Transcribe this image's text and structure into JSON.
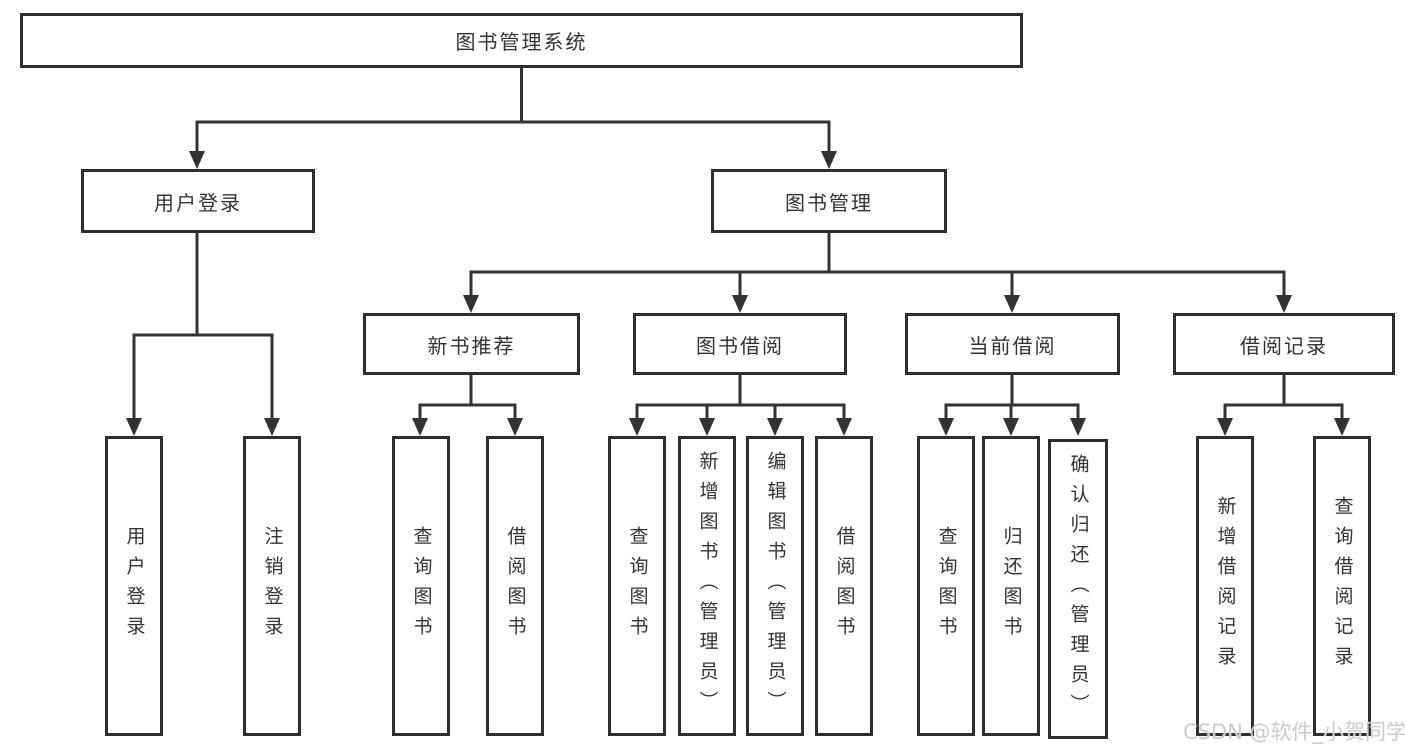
{
  "diagram": {
    "root": {
      "label": "图书管理系统"
    },
    "branches": [
      {
        "label": "用户登录",
        "children": [
          {
            "label": "用户登录"
          },
          {
            "label": "注销登录"
          }
        ]
      },
      {
        "label": "图书管理",
        "sections": [
          {
            "label": "新书推荐",
            "children": [
              {
                "label": "查询图书"
              },
              {
                "label": "借阅图书"
              }
            ]
          },
          {
            "label": "图书借阅",
            "children": [
              {
                "label": "查询图书"
              },
              {
                "label": "新增图书（管理员）"
              },
              {
                "label": "编辑图书（管理员）"
              },
              {
                "label": "借阅图书"
              }
            ]
          },
          {
            "label": "当前借阅",
            "children": [
              {
                "label": "查询图书"
              },
              {
                "label": "归还图书"
              },
              {
                "label": "确认归还（管理员）"
              }
            ]
          },
          {
            "label": "借阅记录",
            "children": [
              {
                "label": "新增借阅记录"
              },
              {
                "label": "查询借阅记录"
              }
            ]
          }
        ]
      }
    ]
  },
  "watermark": {
    "text": "CSDN @软件_小贺同学"
  },
  "colors": {
    "line": "#333333",
    "box_border": "#2e2e2e",
    "text": "#333333",
    "background": "#ffffff",
    "watermark": "#cbcbcb"
  }
}
